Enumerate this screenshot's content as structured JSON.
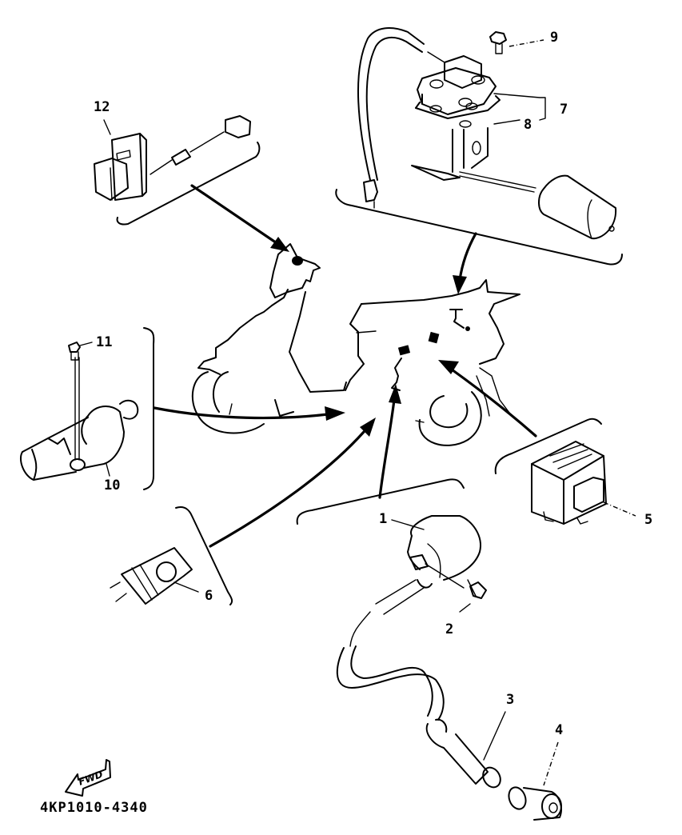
{
  "diagram": {
    "title": "Electrical parts exploded view",
    "drawing_code": "4KP1010-4340",
    "direction_badge": "FWD",
    "callouts": [
      {
        "id": "1",
        "label": "1",
        "part": "ignition-coil"
      },
      {
        "id": "2",
        "label": "2",
        "part": "coil-mounting-screw"
      },
      {
        "id": "3",
        "label": "3",
        "part": "spark-plug-cap"
      },
      {
        "id": "4",
        "label": "4",
        "part": "spark-plug"
      },
      {
        "id": "5",
        "label": "5",
        "part": "flasher-relay"
      },
      {
        "id": "6",
        "label": "6",
        "part": "rectifier-connector"
      },
      {
        "id": "7",
        "label": "7",
        "part": "fuel-sender-assembly"
      },
      {
        "id": "8",
        "label": "8",
        "part": "gasket"
      },
      {
        "id": "9",
        "label": "9",
        "part": "sender-bolt"
      },
      {
        "id": "10",
        "label": "10",
        "part": "thermo-switch"
      },
      {
        "id": "11",
        "label": "11",
        "part": "switch-screw"
      },
      {
        "id": "12",
        "label": "12",
        "part": "horn-relay-with-harness"
      }
    ]
  }
}
